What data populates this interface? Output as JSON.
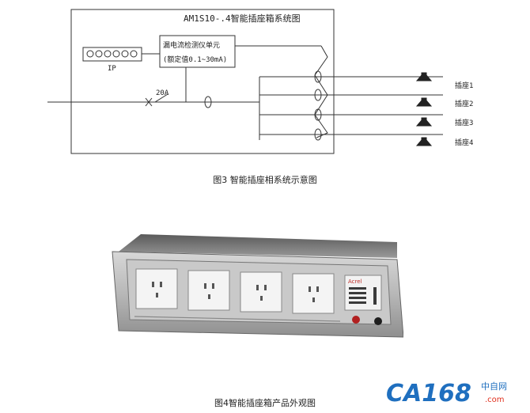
{
  "diagram": {
    "title": "AM1S10-.4智能插座箱系统图",
    "module_line1": "漏电流检测仪单元",
    "module_line2": "(额定值0.1~30mA)",
    "display_label": "IP",
    "breaker_label": "20A",
    "outlets": [
      "插座1",
      "插座2",
      "插座3",
      "插座4"
    ]
  },
  "captions": {
    "figure3": "图3 智能插座相系统示意图",
    "figure4": "图4智能插座箱产品外观图"
  },
  "product": {
    "brand": "Acrel",
    "sockets": 4
  },
  "watermark": {
    "logo": "CA168",
    "suffix": "中自网",
    "domain": ".com"
  }
}
